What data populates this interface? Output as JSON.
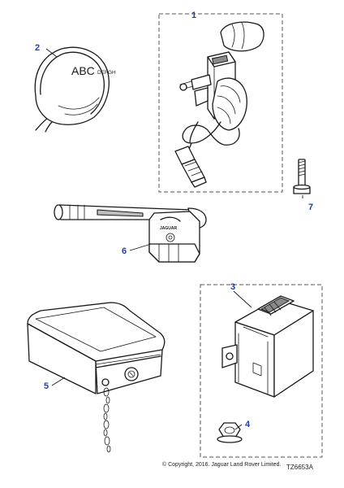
{
  "callouts": {
    "c1": "1",
    "c2": "2",
    "c3": "3",
    "c4": "4",
    "c5": "5",
    "c6": "6",
    "c7": "7"
  },
  "fob": {
    "text_large": "ABC",
    "text_small": "DEFGH"
  },
  "badge_text": "JAGUAR",
  "footer": {
    "copyright": "© Copyright, 2016. Jaguar Land Rover Limited.",
    "reference": "TZ6653A"
  },
  "colors": {
    "callout": "#1f3fb5",
    "line": "#1a1a1a",
    "box": "#555555"
  }
}
